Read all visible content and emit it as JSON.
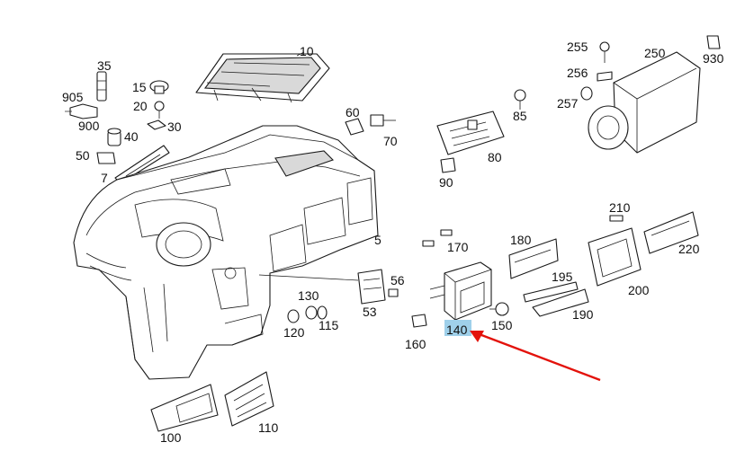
{
  "diagram": {
    "highlight_color": "#9fd0ea",
    "arrow_color": "#e3120b",
    "highlighted_part": "140",
    "parts": [
      {
        "id": "p10",
        "label": "10"
      },
      {
        "id": "p35",
        "label": "35"
      },
      {
        "id": "p905",
        "label": "905"
      },
      {
        "id": "p900",
        "label": "900"
      },
      {
        "id": "p15",
        "label": "15"
      },
      {
        "id": "p20",
        "label": "20"
      },
      {
        "id": "p30",
        "label": "30"
      },
      {
        "id": "p40",
        "label": "40"
      },
      {
        "id": "p50",
        "label": "50"
      },
      {
        "id": "p7",
        "label": "7"
      },
      {
        "id": "p60",
        "label": "60"
      },
      {
        "id": "p70",
        "label": "70"
      },
      {
        "id": "p85",
        "label": "85"
      },
      {
        "id": "p80",
        "label": "80"
      },
      {
        "id": "p90",
        "label": "90"
      },
      {
        "id": "p255",
        "label": "255"
      },
      {
        "id": "p256",
        "label": "256"
      },
      {
        "id": "p257",
        "label": "257"
      },
      {
        "id": "p250",
        "label": "250"
      },
      {
        "id": "p930",
        "label": "930"
      },
      {
        "id": "p5",
        "label": "5"
      },
      {
        "id": "p210",
        "label": "210"
      },
      {
        "id": "p220",
        "label": "220"
      },
      {
        "id": "p170",
        "label": "170"
      },
      {
        "id": "p180",
        "label": "180"
      },
      {
        "id": "p195",
        "label": "195"
      },
      {
        "id": "p200",
        "label": "200"
      },
      {
        "id": "p190",
        "label": "190"
      },
      {
        "id": "p56",
        "label": "56"
      },
      {
        "id": "p53",
        "label": "53"
      },
      {
        "id": "p130",
        "label": "130"
      },
      {
        "id": "p115",
        "label": "115"
      },
      {
        "id": "p120",
        "label": "120"
      },
      {
        "id": "p150",
        "label": "150"
      },
      {
        "id": "p140",
        "label": "140"
      },
      {
        "id": "p160",
        "label": "160"
      },
      {
        "id": "p100",
        "label": "100"
      },
      {
        "id": "p110",
        "label": "110"
      }
    ]
  }
}
